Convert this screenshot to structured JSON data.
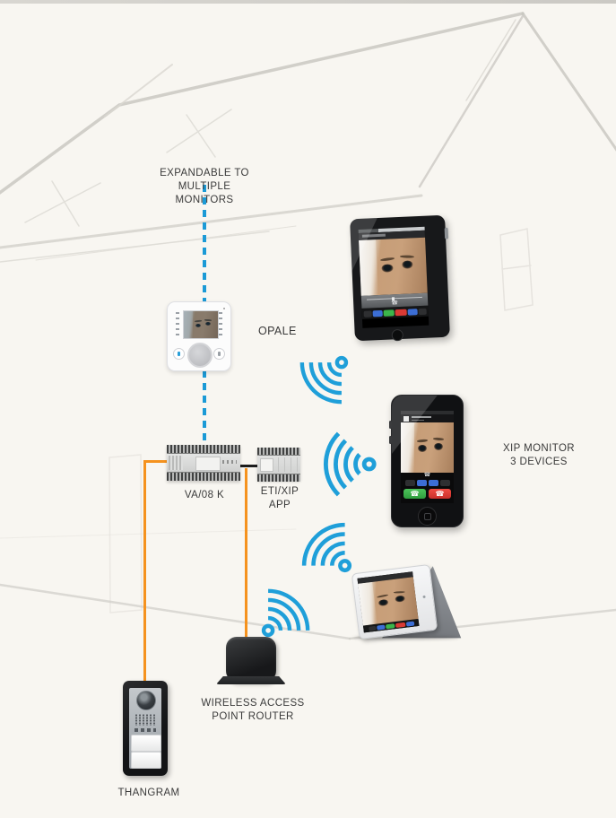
{
  "note_expandable": {
    "l1": "EXPANDABLE TO",
    "l2": "MULTIPLE",
    "l3": "MONITORS"
  },
  "opale": {
    "label": "OPALE"
  },
  "va08k": {
    "label": "VA/08 K"
  },
  "etixip": {
    "l1": "ETI/XIP",
    "l2": "APP"
  },
  "xip_note": {
    "l1": "XIP MONITOR",
    "l2": "3 DEVICES"
  },
  "router": {
    "l1": "WIRELESS ACCESS",
    "l2": "POINT ROUTER"
  },
  "thangram": {
    "label": "THANGRAM"
  },
  "icons": {
    "wifi": "wifi-signal",
    "answer": "answer-call",
    "hangup": "hang-up-call"
  },
  "colors": {
    "wifi_blue": "#1f9fd9",
    "dashed_blue": "#1b9ad6",
    "cable_orange": "#f5921e",
    "cable_black": "#1d1d1d",
    "background": "#f8f6f1",
    "label_text": "#3a3a3a",
    "answer_green": "#3cb54b",
    "hangup_red": "#d93a35"
  }
}
